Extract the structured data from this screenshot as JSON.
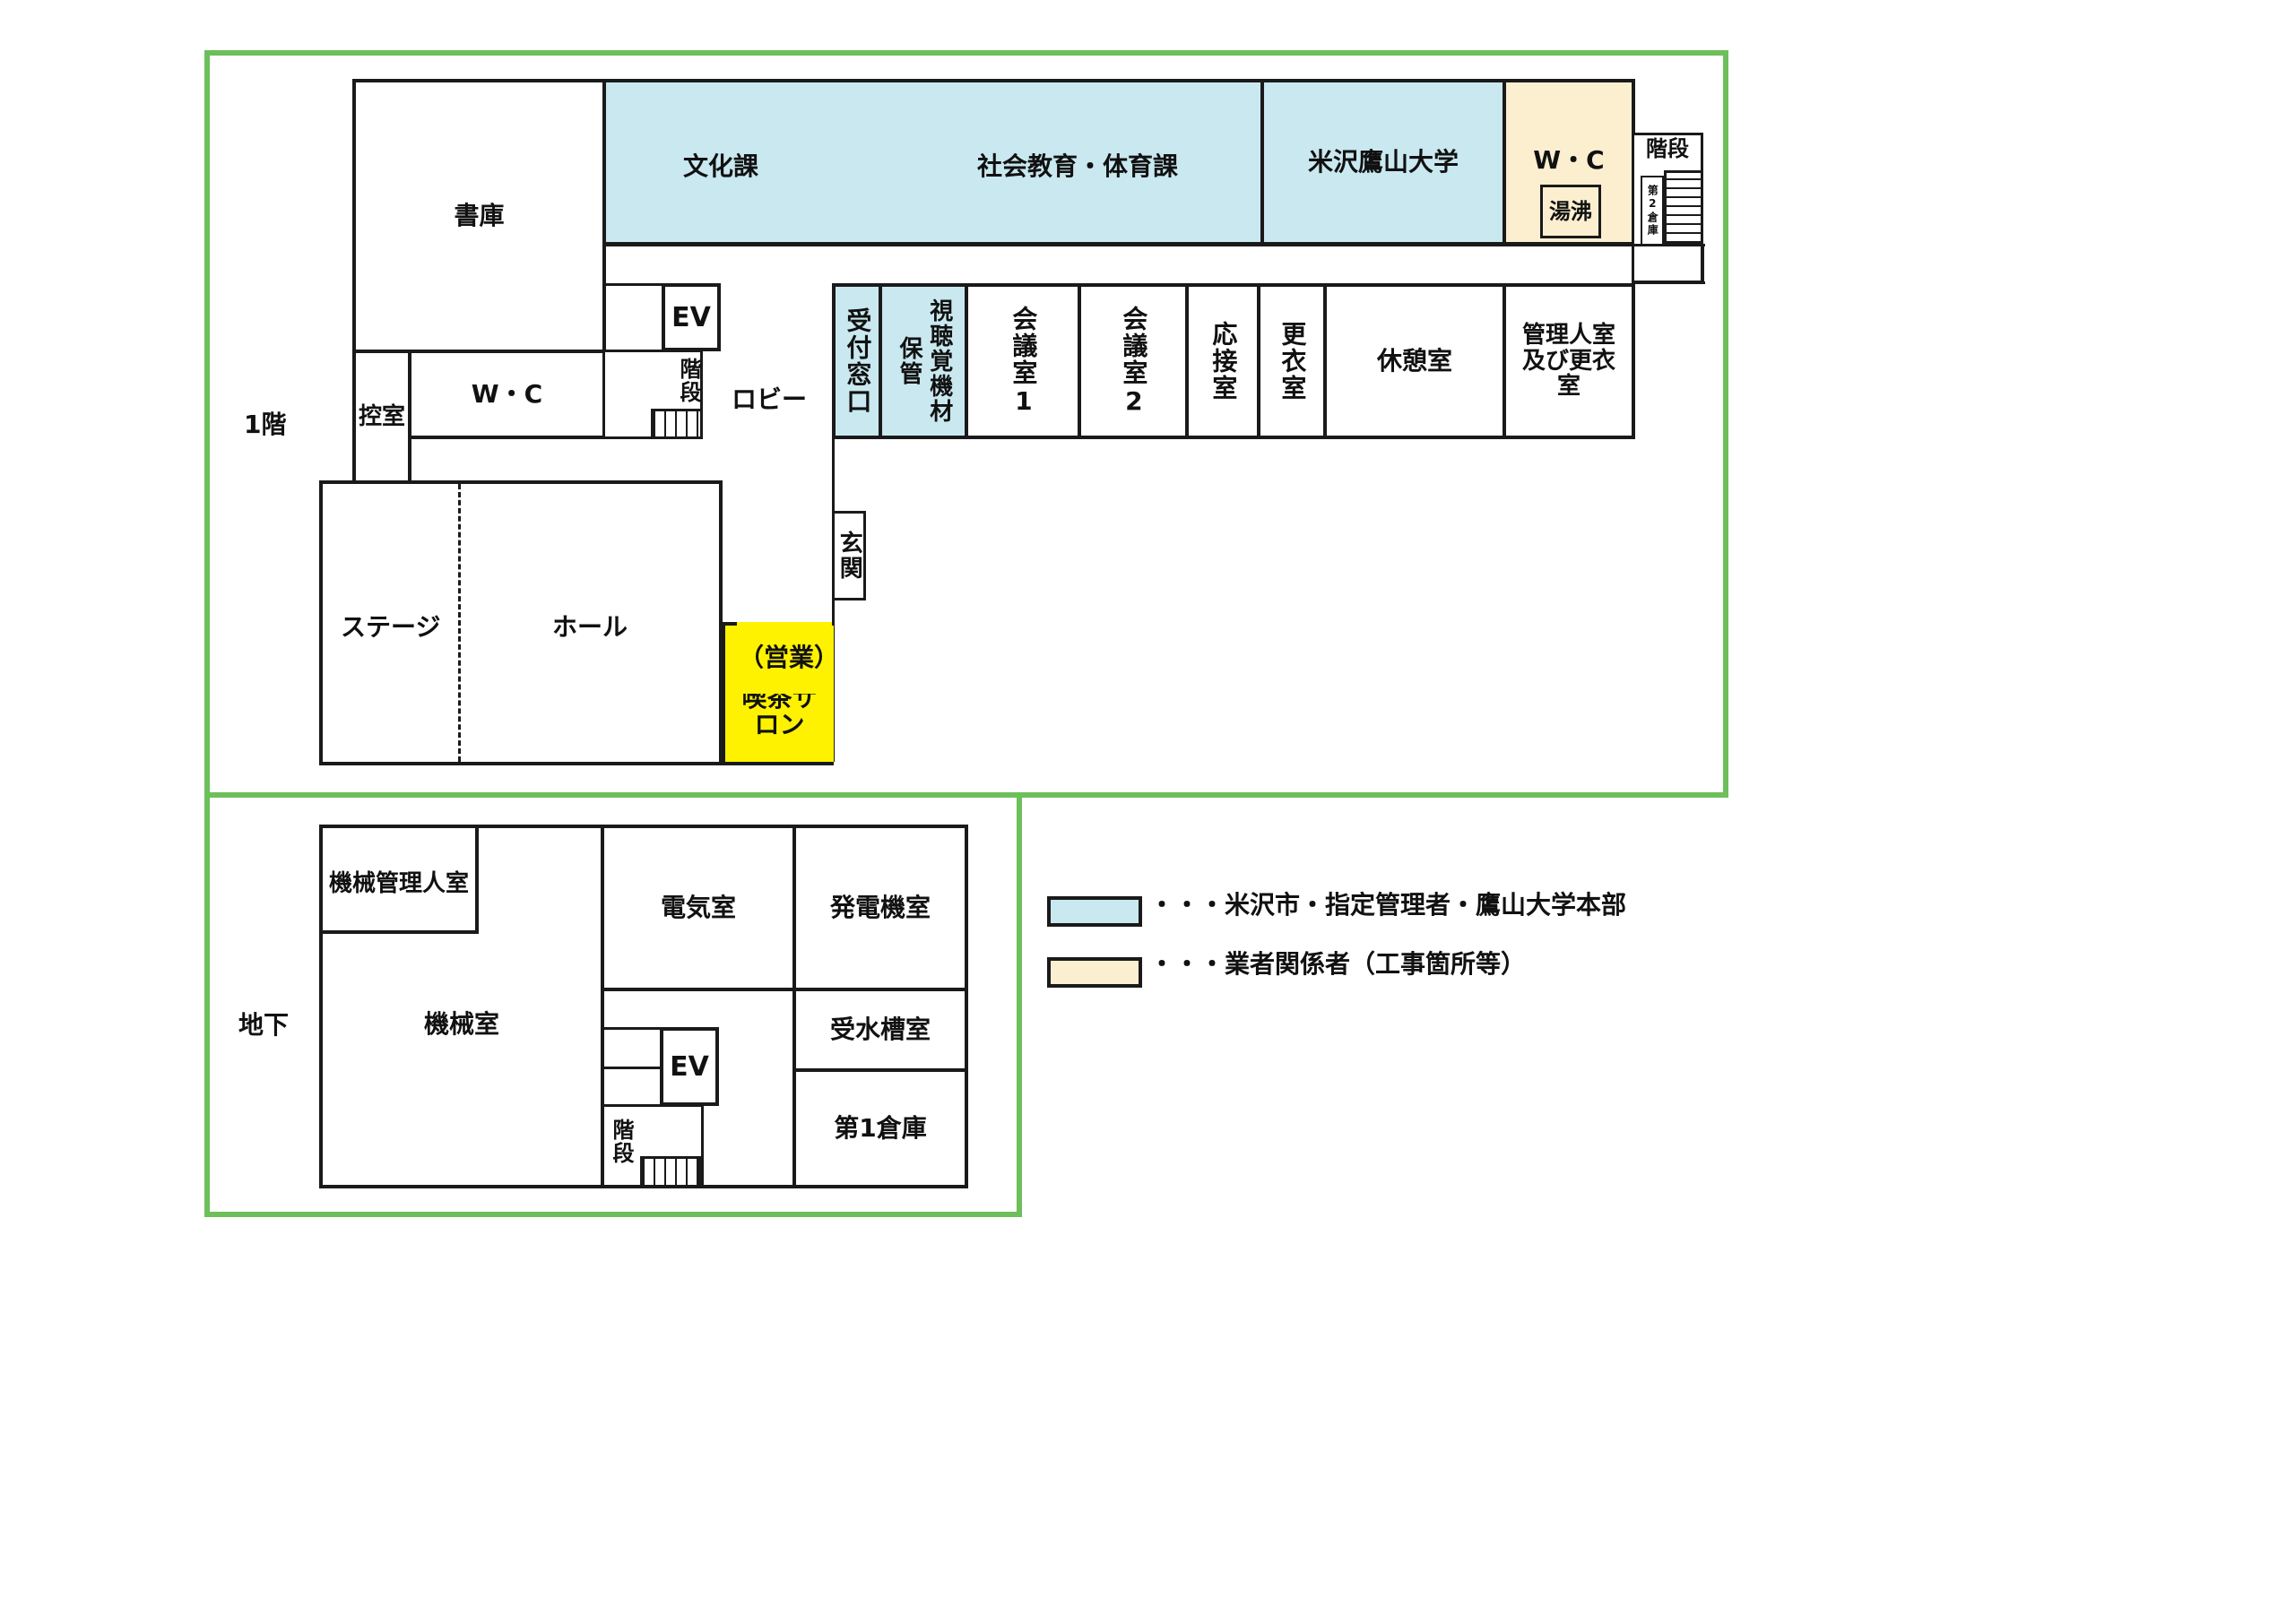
{
  "floor1": {
    "label": "1階",
    "rooms": {
      "shoko": "書庫",
      "bunka": "文化課",
      "shakai": "社会教育・体育課",
      "daigaku": "米沢鷹山大学",
      "wc_top": "W・C",
      "yuwakashi": "湯沸",
      "kaidan_top": "階段",
      "soko2": "第2倉庫",
      "ev": "EV",
      "wc_mid": "W・C",
      "hikae": "控室",
      "kaidan_mid": "階段",
      "lobby": "ロビー",
      "uketsuke": "受付窓口",
      "shichokaku": "視聴覚機材保管",
      "kaigi1": "会議室1",
      "kaigi2": "会議室2",
      "osetsu": "応接室",
      "koui": "更衣室",
      "kyukei": "休憩室",
      "kanri": "管理人室及び更衣室",
      "genkan": "玄関",
      "stage": "ステージ",
      "hall": "ホール",
      "eigyo": "（営業）",
      "kissa": "喫茶サロン"
    }
  },
  "basement": {
    "label": "地下",
    "rooms": {
      "kikai_kanri": "機械管理人室",
      "kikai": "機械室",
      "denki": "電気室",
      "hatsuden": "発電機室",
      "jusui": "受水槽室",
      "ev": "EV",
      "kaidan": "階段",
      "soko1": "第1倉庫"
    }
  },
  "legend": {
    "items": [
      {
        "color": "#c9e8f0",
        "text": "・・・米沢市・指定管理者・鷹山大学本部"
      },
      {
        "color": "#fbefd0",
        "text": "・・・業者関係者（工事箇所等）"
      }
    ]
  },
  "colors": {
    "frame": "#6cbf5a",
    "blue_area": "#c9e8f0",
    "cream_area": "#fbefd0",
    "yellow_area": "#fff200"
  }
}
